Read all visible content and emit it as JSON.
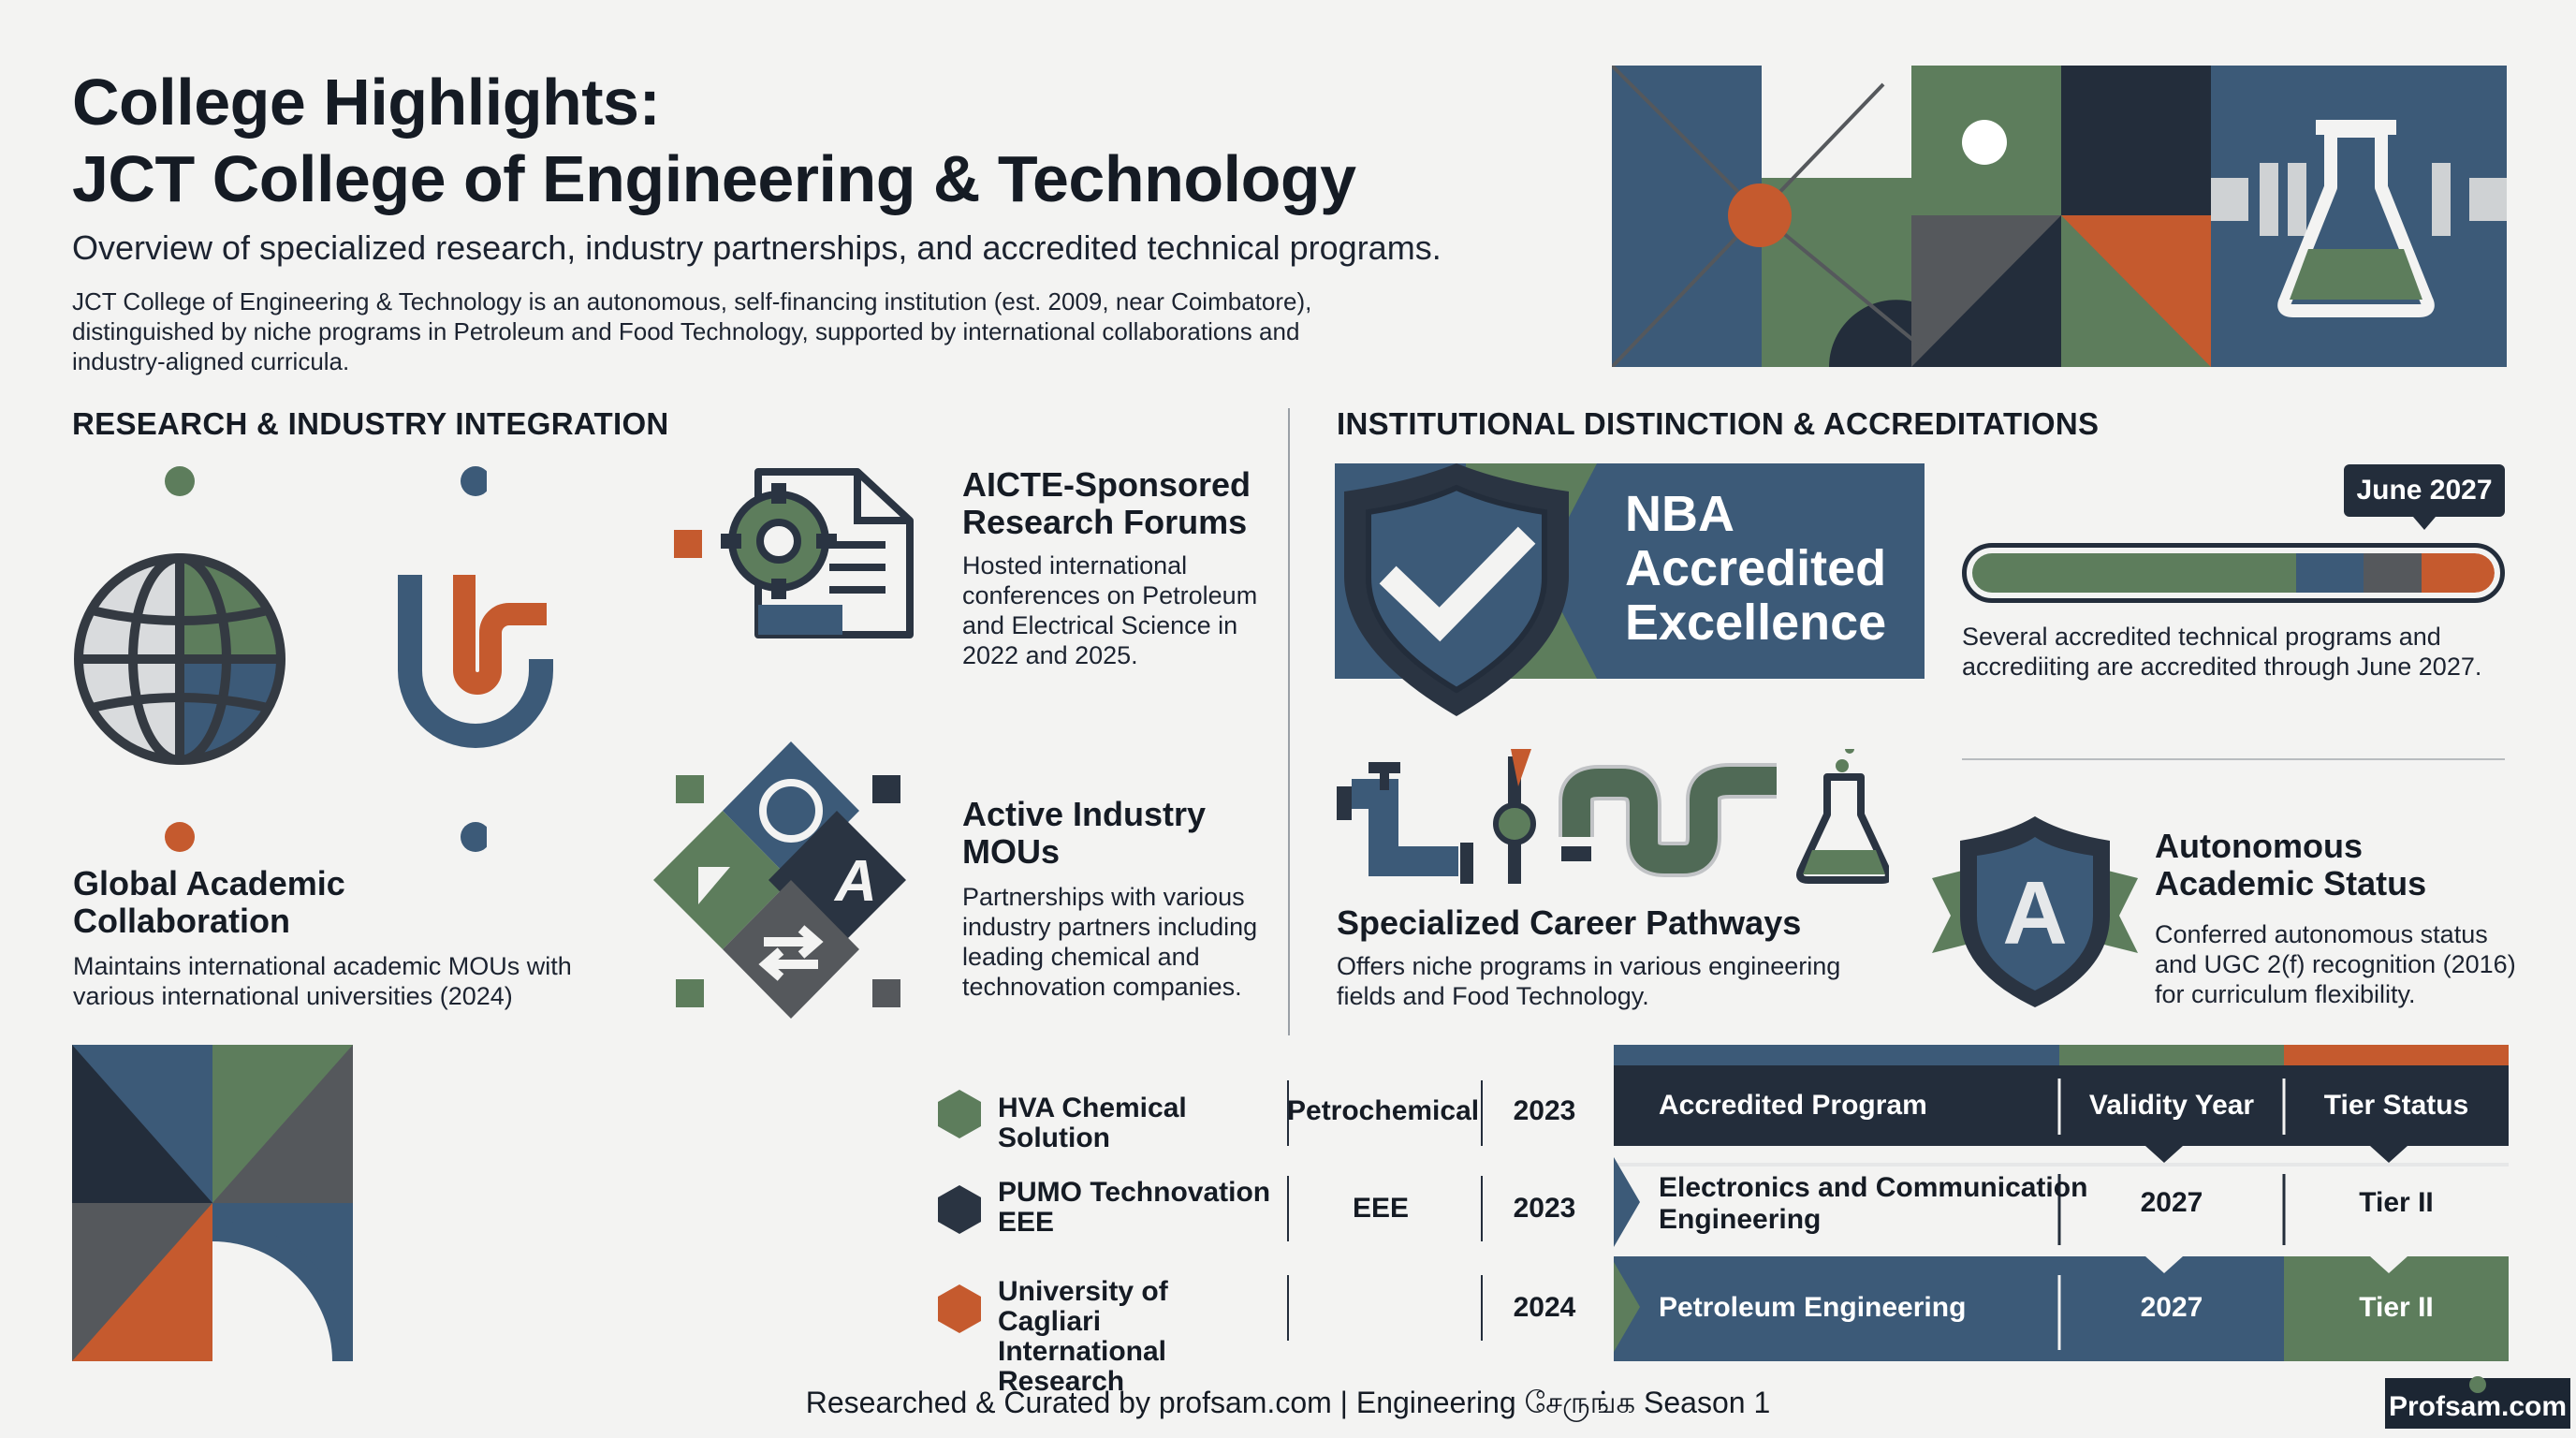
{
  "header": {
    "title_line1": "College Highlights:",
    "title_line2": "JCT College of Engineering & Technology",
    "subtitle": "Overview of specialized research, industry partnerships, and accredited technical programs.",
    "intro_line1": "JCT College of Engineering & Technology is an autonomous, self-financing institution (est. 2009, near Coimbatore),",
    "intro_line2": "distinguished by niche programs in Petroleum and Food Technology, supported by international collaborations and",
    "intro_line3": "industry-aligned curricula."
  },
  "left_section": {
    "heading": "RESEARCH & INDUSTRY INTEGRATION",
    "global": {
      "title_line1": "Global Academic",
      "title_line2": "Collaboration",
      "body_line1": "Maintains international academic MOUs with",
      "body_line2": "various international universities (2024)"
    },
    "research": {
      "title_line1": "AICTE-Sponsored",
      "title_line2": "Research Forums",
      "body_line1": "Hosted international",
      "body_line2": "conferences on Petroleum",
      "body_line3": "and Electrical Science in",
      "body_line4": "2022 and 2025."
    },
    "mous": {
      "title_line1": "Active Industry",
      "title_line2": "MOUs",
      "body_line1": "Partnerships with various",
      "body_line2": "industry partners including",
      "body_line3": "leading chemical and",
      "body_line4": "technovation companies."
    },
    "partners": [
      {
        "name_line1": "HVA Chemical Solution",
        "name_line2": "",
        "field": "Petrochemical",
        "year": "2023",
        "color": "#5d7d5c"
      },
      {
        "name_line1": "PUMO Technovation",
        "name_line2": "EEE",
        "field": "EEE",
        "year": "2023",
        "color": "#2a3442"
      },
      {
        "name_line1": "University of Cagliari",
        "name_line2": "International Research",
        "field": "",
        "year": "2024",
        "color": "#c55a2e"
      }
    ]
  },
  "right_section": {
    "heading": "INSTITUTIONAL DISTINCTION & ACCREDITATIONS",
    "nba_line1": "NBA",
    "nba_line2": "Accredited",
    "nba_line3": "Excellence",
    "date_tag": "June 2027",
    "progress_note_line1": "Several accredited technical programs and",
    "progress_note_line2": "accrediiting are accredited through June 2027.",
    "pathways": {
      "title": "Specialized Career Pathways",
      "body_line1": "Offers niche programs in various engineering",
      "body_line2": "fields and Food Technology."
    },
    "autonomous": {
      "title_line1": "Autonomous",
      "title_line2": "Academic Status",
      "body_line1": "Conferred autonomous status",
      "body_line2": "and UGC 2(f) recognition (2016)",
      "body_line3": "for curriculum flexibility.",
      "badge_letter": "A"
    },
    "table": {
      "headers": [
        "Accredited Program",
        "Validity Year",
        "Tier Status"
      ],
      "rows": [
        {
          "program_line1": "Electronics and Communication",
          "program_line2": "Engineering",
          "year": "2027",
          "tier": "Tier II"
        },
        {
          "program_line1": "Petroleum Engineering",
          "program_line2": "",
          "year": "2027",
          "tier": "Tier II"
        }
      ]
    }
  },
  "footer": {
    "credit": "Researched & Curated by profsam.com | Engineering சேருங்க Season 1",
    "brand": "Profsam.com"
  },
  "colors": {
    "navy": "#232d3b",
    "steel_blue": "#3c5a78",
    "green": "#5d7d5c",
    "orange": "#c55a2e",
    "gray": "#55585c"
  }
}
